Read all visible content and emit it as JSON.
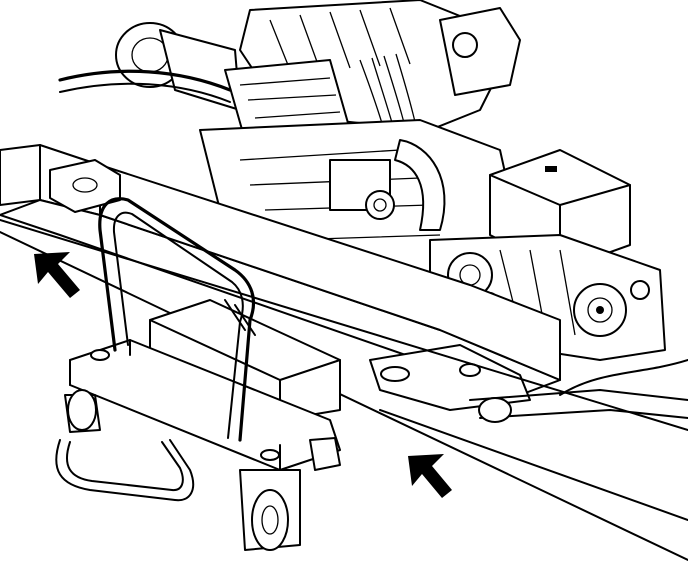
{
  "illustration": {
    "subject": "engine-cradle-on-wheeled-support-dolly",
    "style": "black line art",
    "background_color": "#ffffff",
    "line_color": "#000000",
    "arrows": [
      {
        "name": "upper-left-lift-arrow",
        "direction": "up-left"
      },
      {
        "name": "lower-center-lift-arrow",
        "direction": "up-left"
      }
    ]
  }
}
